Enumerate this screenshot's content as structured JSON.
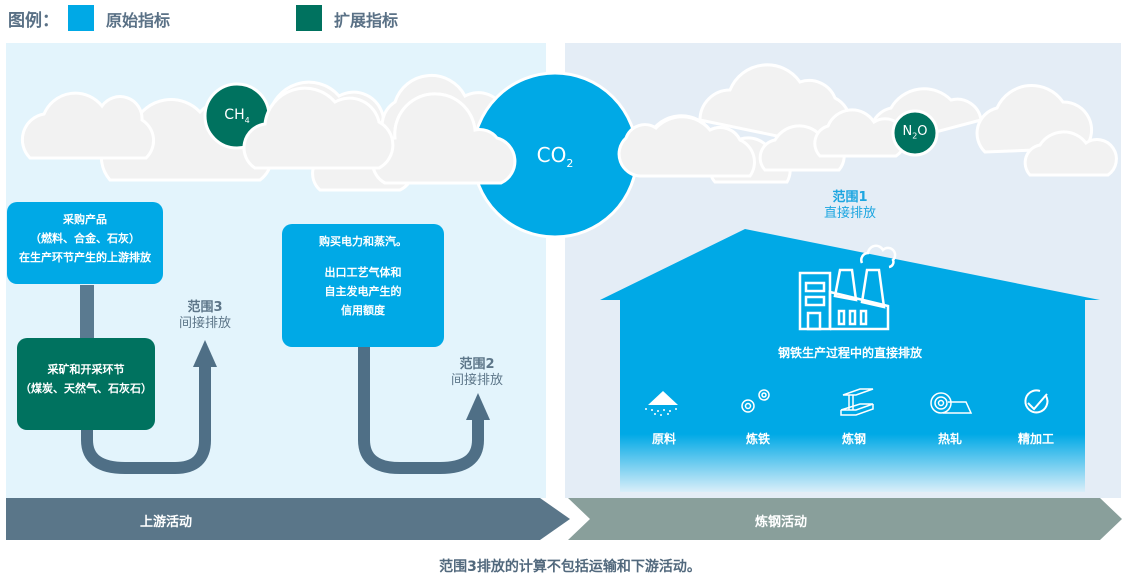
{
  "legend": {
    "title": "图例：",
    "items": [
      {
        "label": "原始指标",
        "color": "#00a9e6"
      },
      {
        "label": "扩展指标",
        "color": "#00725f"
      }
    ]
  },
  "gases": {
    "ch4": {
      "base": "CH",
      "sub": "4",
      "color": "#00725f"
    },
    "co2": {
      "base": "CO",
      "sub": "2",
      "color": "#00a9e6"
    },
    "n2o": {
      "base": "N",
      "sub": "2",
      "tail": "O",
      "color": "#00725f"
    }
  },
  "upstream": {
    "purchased_products": {
      "lines": [
        "采购产品",
        "（燃料、合金、石灰）",
        "在生产环节产生的上游排放"
      ]
    },
    "mining": {
      "lines": [
        "采矿和开采环节",
        "（煤炭、天然气、石灰石）"
      ]
    },
    "electricity": {
      "line1": "购买电力和蒸汽。",
      "lines": [
        "出口工艺气体和",
        "自主发电产生的",
        "信用额度"
      ]
    },
    "scope3": {
      "title": "范围3",
      "subtitle": "间接排放"
    },
    "scope2": {
      "title": "范围2",
      "subtitle": "间接排放"
    }
  },
  "steelmaking": {
    "scope1": {
      "title": "范围1",
      "subtitle": "直接排放"
    },
    "factory_caption": "钢铁生产过程中的直接排放",
    "stages": [
      {
        "label": "原料",
        "icon": "raw-material-pile-icon"
      },
      {
        "label": "炼铁",
        "icon": "gears-icon"
      },
      {
        "label": "炼钢",
        "icon": "steel-beam-icon"
      },
      {
        "label": "热轧",
        "icon": "steel-coil-icon"
      },
      {
        "label": "精加工",
        "icon": "check-circle-icon"
      }
    ]
  },
  "bars": {
    "upstream_label": "上游活动",
    "steelmaking_label": "炼钢活动",
    "upstream_color": "#5a7689",
    "steelmaking_color": "#899f9b"
  },
  "footnote": "范围3排放的计算不包括运输和下游活动。"
}
